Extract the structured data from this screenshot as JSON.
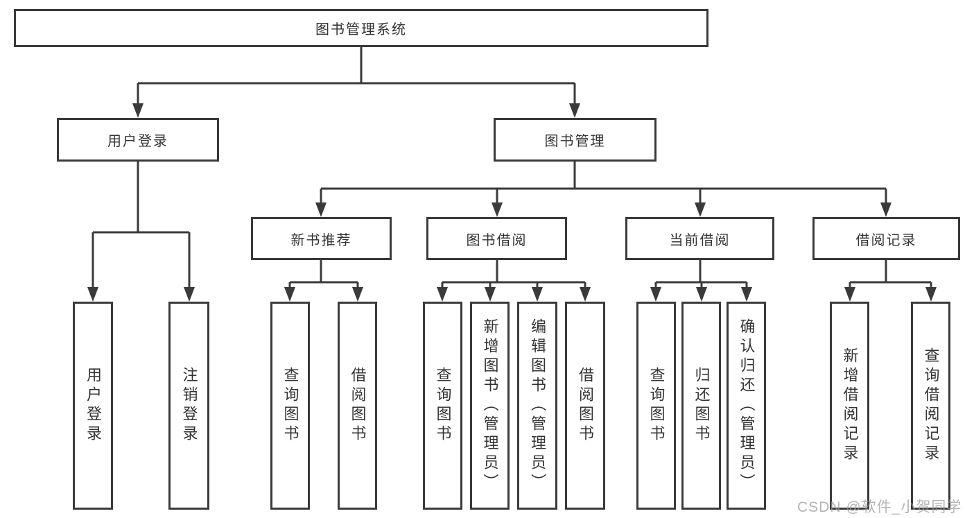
{
  "tree": {
    "root": {
      "label": "图书管理系统"
    },
    "branches": [
      {
        "label": "用户登录",
        "children": [
          {
            "label": "用户登录"
          },
          {
            "label": "注销登录"
          }
        ]
      },
      {
        "label": "图书管理",
        "children": [
          {
            "label": "新书推荐",
            "children": [
              {
                "label": "查询图书"
              },
              {
                "label": "借阅图书"
              }
            ]
          },
          {
            "label": "图书借阅",
            "children": [
              {
                "label": "查询图书"
              },
              {
                "label": "新增图书（管理员）"
              },
              {
                "label": "编辑图书（管理员）"
              },
              {
                "label": "借阅图书"
              }
            ]
          },
          {
            "label": "当前借阅",
            "children": [
              {
                "label": "查询图书"
              },
              {
                "label": "归还图书"
              },
              {
                "label": "确认归还（管理员）"
              }
            ]
          },
          {
            "label": "借阅记录",
            "children": [
              {
                "label": "新增借阅记录"
              },
              {
                "label": "查询借阅记录"
              }
            ]
          }
        ]
      }
    ]
  },
  "watermark": "CSDN @软件_小贺同学",
  "colors": {
    "line": "#3a3a3a",
    "box_border": "#3a3a3a",
    "text": "#333333",
    "watermark": "#9b9b9b",
    "background": "#ffffff"
  }
}
